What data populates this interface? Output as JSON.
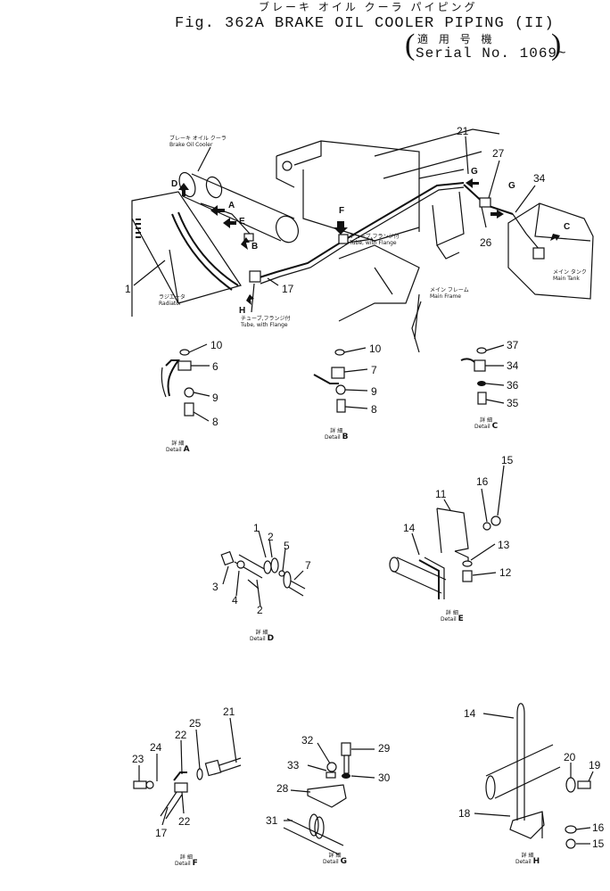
{
  "header": {
    "title_jp": "ブレーキ オイル クーラ パイピング",
    "title": "Fig. 362A   BRAKE OIL COOLER PIPING (II)",
    "applicability_jp": "適 用 号 機",
    "serial": "Serial No. 1069~"
  },
  "labels": {
    "brake_cooler_jp": "ブレーキ オイル クーラ",
    "brake_cooler": "Brake Oil Cooler",
    "radiator_jp": "ラジエータ",
    "radiator": "Radiator",
    "tube_flange_jp": "チューブ,フランジ付",
    "tube_flange": "Tube, with Flange",
    "main_frame_jp": "メイン フレーム",
    "main_frame": "Main Frame",
    "main_tank_jp": "メイン タンク",
    "main_tank": "Main Tank"
  },
  "arrows": [
    "A",
    "B",
    "C",
    "D",
    "E",
    "F",
    "G",
    "H"
  ],
  "part_numbers": {
    "main": [
      "1",
      "17",
      "21",
      "26",
      "27",
      "34"
    ],
    "detail_a": [
      "10",
      "6",
      "9",
      "8"
    ],
    "detail_b": [
      "10",
      "7",
      "9",
      "8"
    ],
    "detail_c": [
      "37",
      "34",
      "36",
      "35"
    ],
    "detail_d": [
      "1",
      "2",
      "5",
      "7",
      "3",
      "4",
      "2"
    ],
    "detail_e": [
      "15",
      "16",
      "11",
      "13",
      "14",
      "12"
    ],
    "detail_f": [
      "21",
      "25",
      "22",
      "24",
      "23",
      "22",
      "17"
    ],
    "detail_g": [
      "32",
      "29",
      "33",
      "30",
      "28",
      "31"
    ],
    "detail_h": [
      "14",
      "20",
      "19",
      "18",
      "16",
      "15"
    ]
  },
  "details": {
    "prefix_jp": "詳 細",
    "word": "Detail",
    "a": "A",
    "b": "B",
    "c": "C",
    "d": "D",
    "e": "E",
    "f": "F",
    "g": "G",
    "h": "H"
  }
}
